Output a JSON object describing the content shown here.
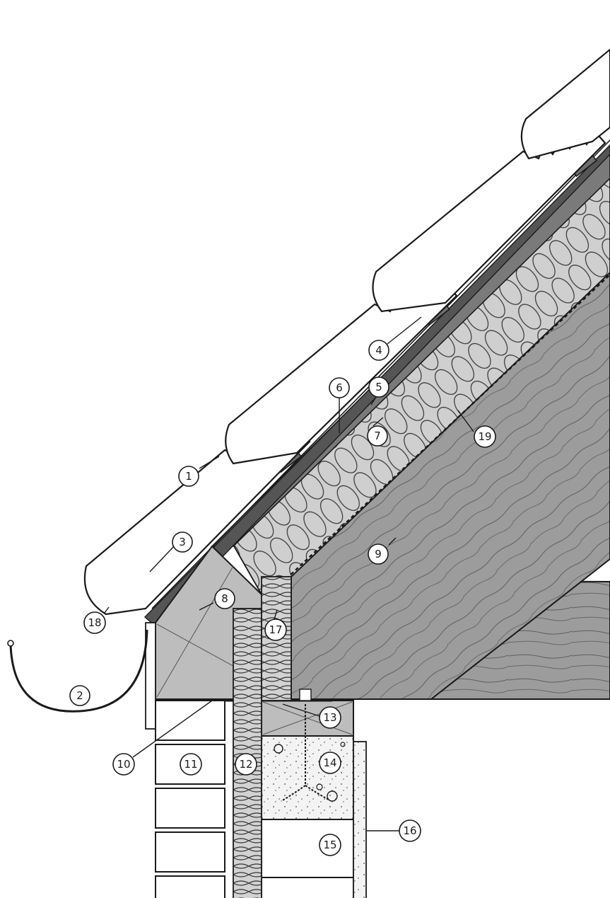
{
  "labels": [
    {
      "id": "1",
      "text": "1"
    },
    {
      "id": "2",
      "text": "2"
    },
    {
      "id": "3",
      "text": "3"
    },
    {
      "id": "4",
      "text": "4"
    },
    {
      "id": "5",
      "text": "5"
    },
    {
      "id": "6",
      "text": "6"
    },
    {
      "id": "7",
      "text": "7"
    },
    {
      "id": "8",
      "text": "8"
    },
    {
      "id": "9",
      "text": "9"
    },
    {
      "id": "10",
      "text": "10"
    },
    {
      "id": "11",
      "text": "11"
    },
    {
      "id": "12",
      "text": "12"
    },
    {
      "id": "13",
      "text": "13"
    },
    {
      "id": "14",
      "text": "14"
    },
    {
      "id": "15",
      "text": "15"
    },
    {
      "id": "16",
      "text": "16"
    },
    {
      "id": "17",
      "text": "17"
    },
    {
      "id": "18",
      "text": "18"
    },
    {
      "id": "19",
      "text": "19"
    }
  ],
  "colors": {
    "line": "#1a1a1a",
    "timber": "#9a9a9a",
    "timber_light": "#c4c4c4",
    "insulation": "#c9c9c9",
    "membrane": "#6e6e6e",
    "concrete": "#f1f1f1",
    "brick": "#ffffff"
  }
}
